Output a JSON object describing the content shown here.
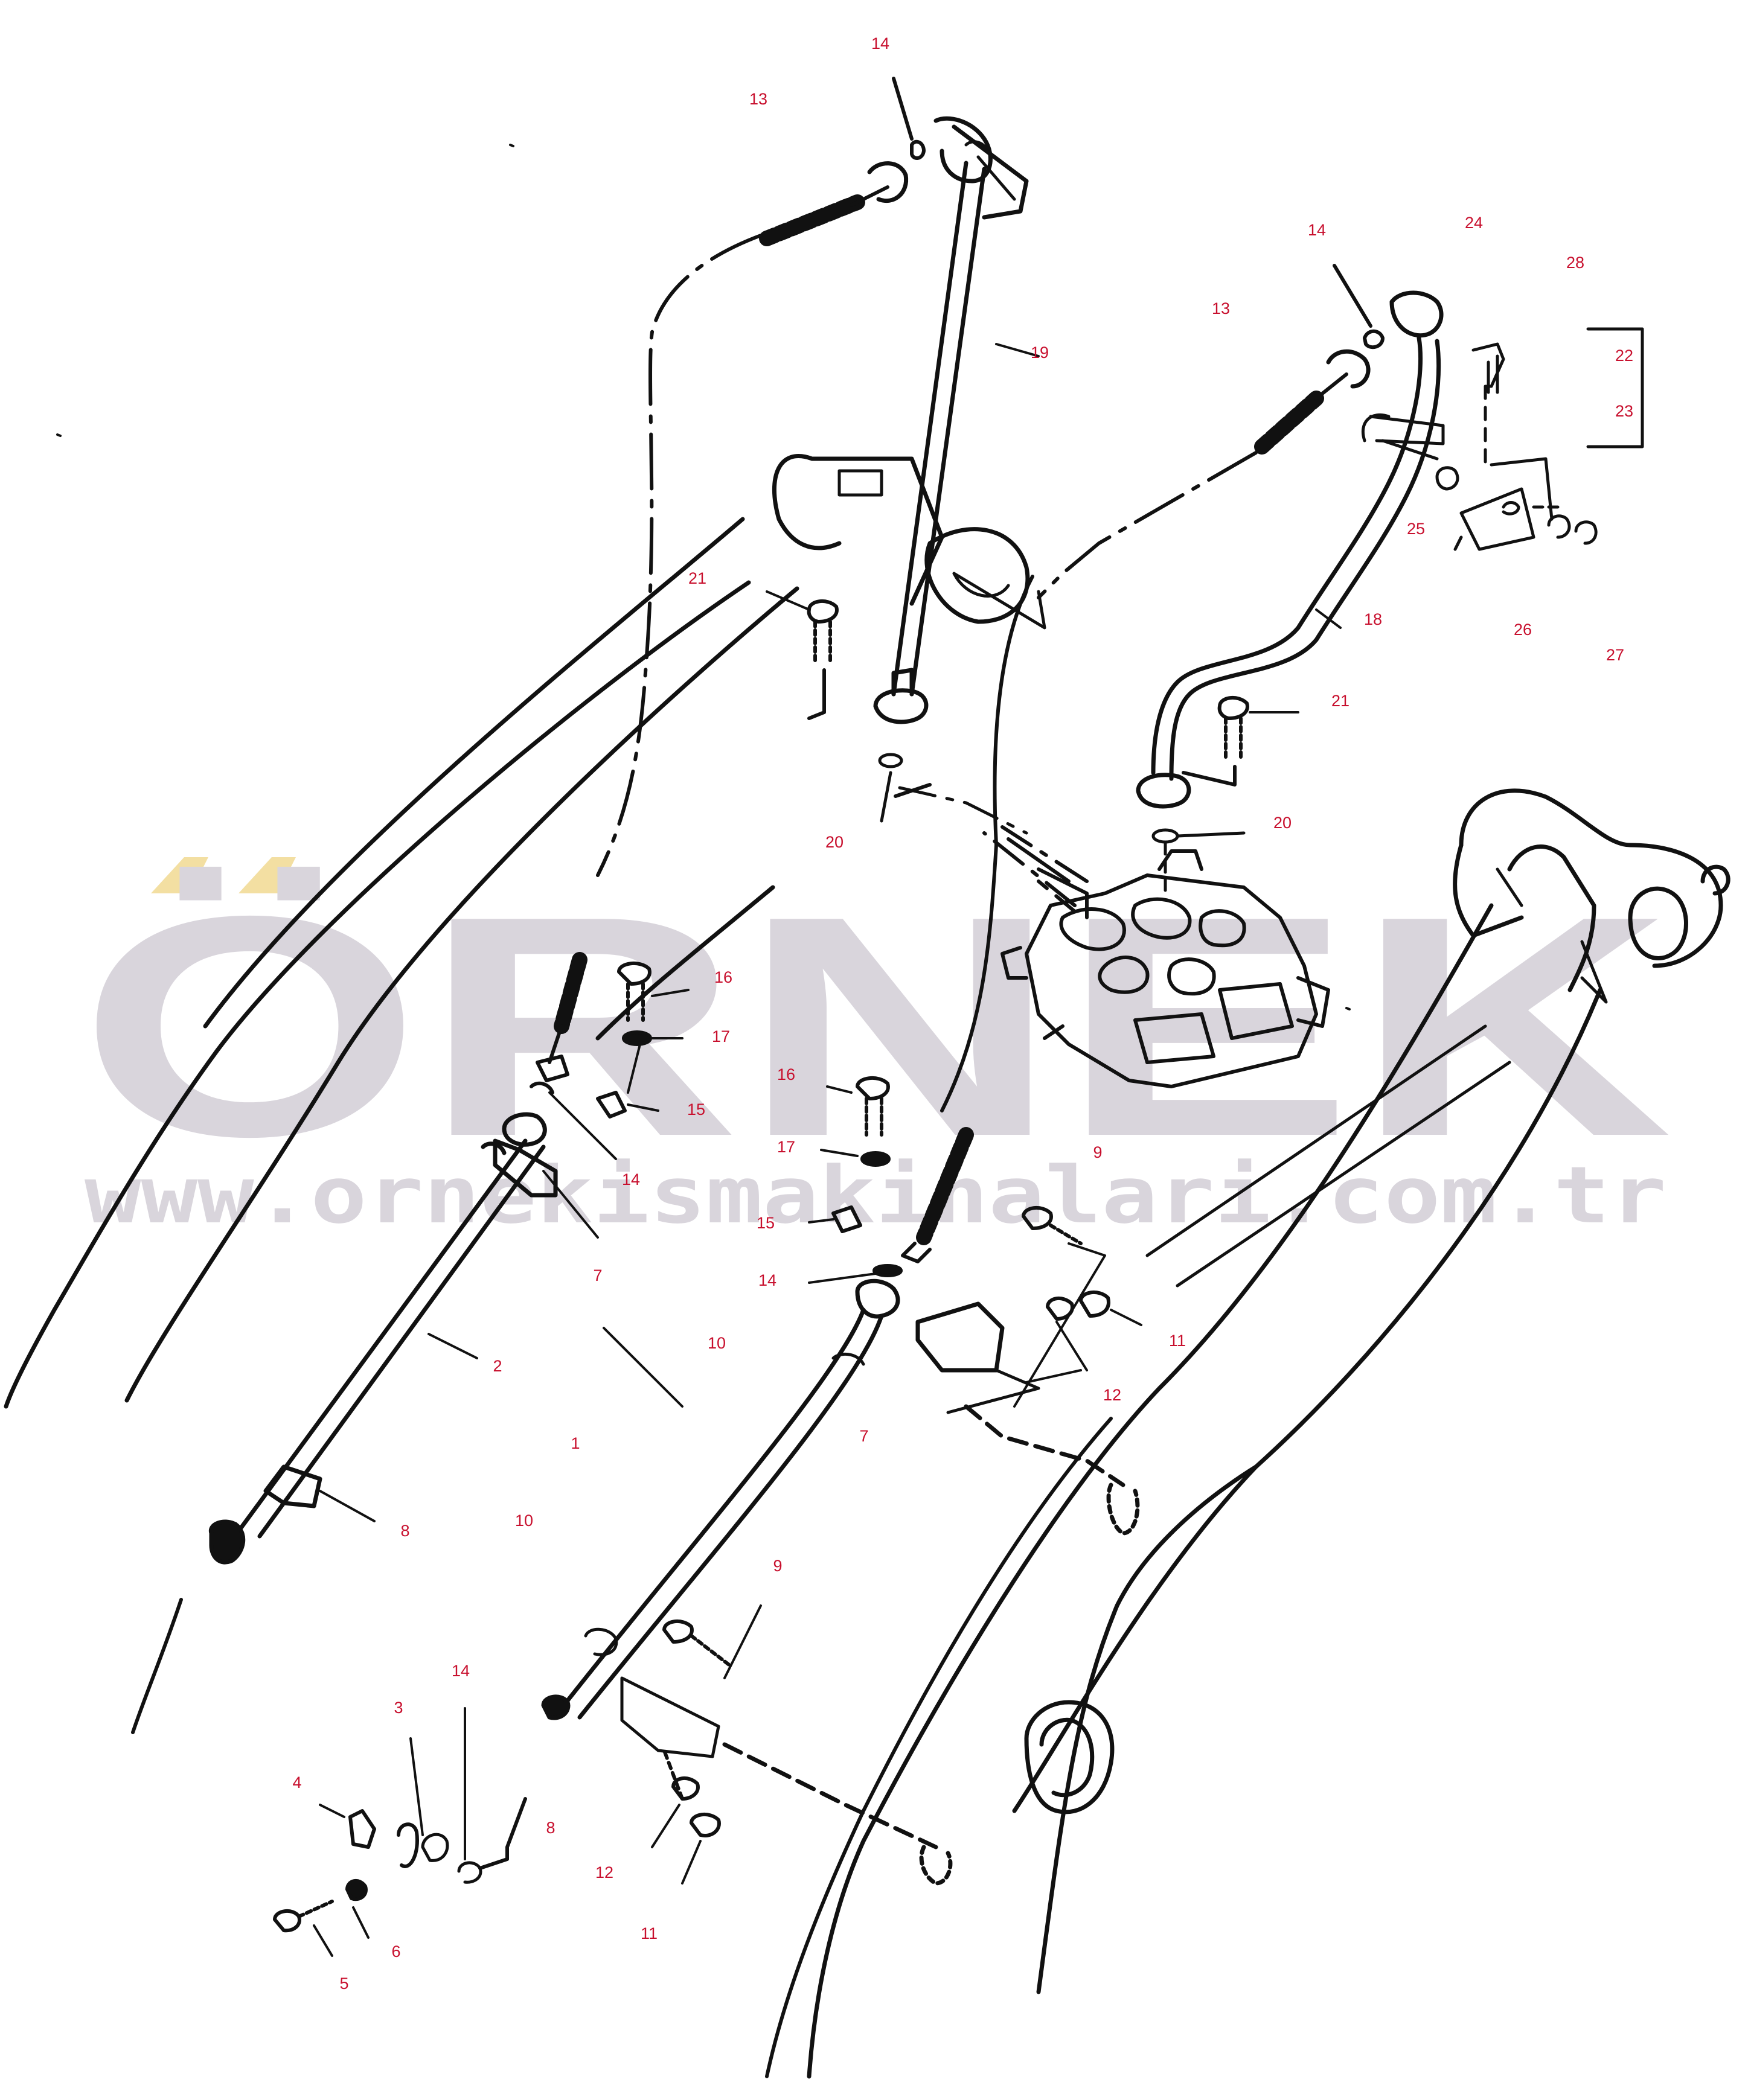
{
  "watermark": {
    "brand": "ÖRNEK",
    "url": "www.ornekismakinalari.com.tr",
    "accent_color": "#f3dfa2",
    "text_color": "#d9d5dc"
  },
  "callout_color": "#c8102e",
  "callouts": {
    "c13a": "13",
    "c14a": "14",
    "c19": "19",
    "c14b": "14",
    "c13b": "13",
    "c24": "24",
    "c28": "28",
    "c22": "22",
    "c23": "23",
    "c25": "25",
    "c26": "26",
    "c27": "27",
    "c18": "18",
    "c21a": "21",
    "c21b": "21",
    "c20a": "20",
    "c20b": "20",
    "c16a": "16",
    "c17a": "17",
    "c15a": "15",
    "c14c": "14",
    "c7a": "7",
    "c16b": "16",
    "c17b": "17",
    "c15b": "15",
    "c14d": "14",
    "c9a": "9",
    "c10a": "10",
    "c11a": "11",
    "c12a": "12",
    "c7b": "7",
    "c2": "2",
    "c8a": "8",
    "c1": "1",
    "c10b": "10",
    "c9b": "9",
    "c14e": "14",
    "c3": "3",
    "c4": "4",
    "c8b": "8",
    "c12b": "12",
    "c5": "5",
    "c6": "6",
    "c11b": "11"
  }
}
